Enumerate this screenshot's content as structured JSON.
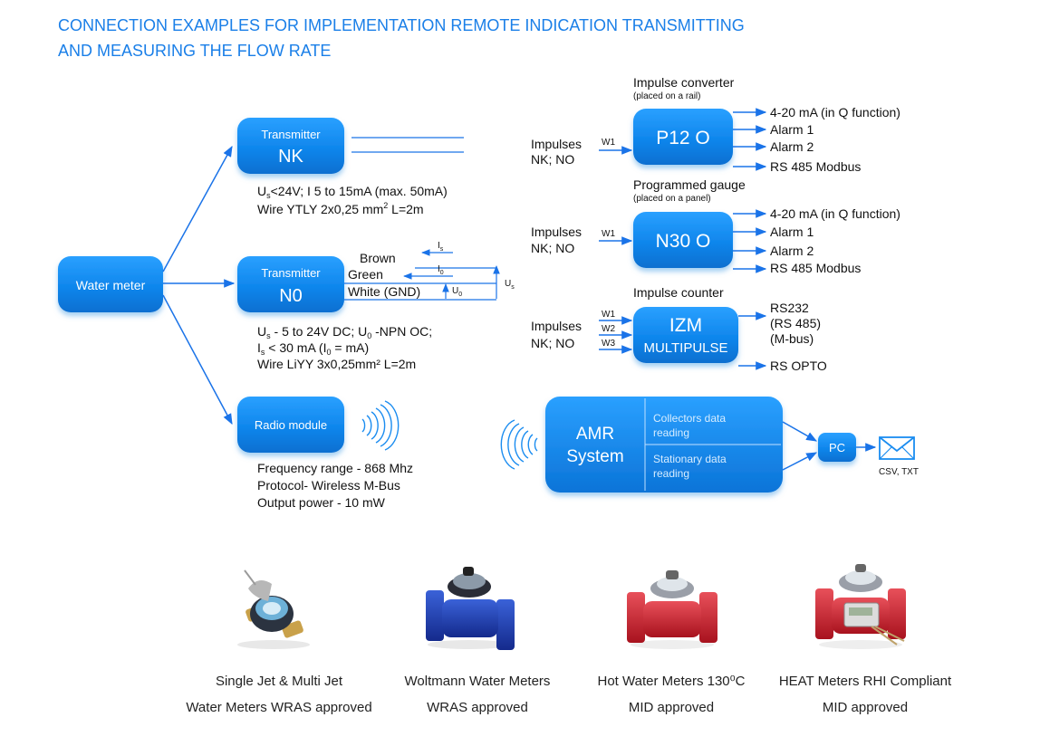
{
  "title": {
    "line1": "CONNECTION EXAMPLES FOR IMPLEMENTATION REMOTE INDICATION TRANSMITTING",
    "line2": "AND MEASURING THE FLOW RATE"
  },
  "water_meter": "Water meter",
  "transmitter_nk": {
    "line1": "Transmitter",
    "line2": "NK",
    "spec1_a": "U",
    "spec1_sub": "s",
    "spec1_b": "<24V; I 5 to 15mA (max. 50mA)",
    "spec2_a": "Wire YTLY 2x0,25 mm",
    "spec2_sup": "2",
    "spec2_b": " L=2m"
  },
  "transmitter_n0": {
    "line1": "Transmitter",
    "line2": "N0",
    "wire_brown": "Brown",
    "wire_green": "Green",
    "wire_white": "White (GND)",
    "is_label": "I",
    "is_sub": "s",
    "i0_label": "I",
    "i0_sub": "0",
    "u0_label": "U",
    "u0_sub": "0",
    "us_label": "U",
    "us_sub": "s",
    "spec1_a": "U",
    "spec1_sub": "s",
    "spec1_b": " - 5 to 24V DC; U",
    "spec1_sub2": "0",
    "spec1_c": " -NPN OC;",
    "spec2_a": "I",
    "spec2_sub": "s",
    "spec2_b": " < 30 mA (I",
    "spec2_sub2": "0",
    "spec2_c": " = mA)",
    "spec3": "Wire LiYY 3x0,25mm² L=2m"
  },
  "radio": {
    "label": "Radio module",
    "spec1": "Frequency range - 868 Mhz",
    "spec2": "Protocol- Wireless M-Bus",
    "spec3": "Output power - 10 mW"
  },
  "p12": {
    "header": "Impulse converter",
    "subheader": "(placed on a rail)",
    "label": "P12 O",
    "input1": "Impulses",
    "input2": "NK; NO",
    "wire": "W1",
    "outputs": [
      "4-20 mA (in Q function)",
      "Alarm 1",
      "Alarm 2",
      "RS 485 Modbus"
    ]
  },
  "n30": {
    "header": "Programmed gauge",
    "subheader": "(placed on a panel)",
    "label": "N30 O",
    "input1": "Impulses",
    "input2": "NK; NO",
    "wire": "W1",
    "outputs": [
      "4-20 mA (in Q function)",
      "Alarm 1",
      "Alarm 2",
      "RS 485 Modbus"
    ]
  },
  "izm": {
    "header": "Impulse counter",
    "label1": "IZM",
    "label2": "MULTIPULSE",
    "input1": "Impulses",
    "input2": "NK; NO",
    "wires": [
      "W1",
      "W2",
      "W3"
    ],
    "outputs": [
      "RS232",
      "(RS 485)",
      "(M-bus)",
      "RS OPTO"
    ]
  },
  "amr": {
    "line1": "AMR",
    "line2": "System",
    "item1a": "Collectors data",
    "item1b": "reading",
    "item2a": "Stationary data",
    "item2b": "reading"
  },
  "pc": {
    "label": "PC",
    "formats": "CSV, TXT"
  },
  "products": [
    {
      "line1": "Single Jet & Multi Jet",
      "line2": "Water Meters WRAS approved"
    },
    {
      "line1": "Woltmann Water Meters",
      "line2": "WRAS approved"
    },
    {
      "line1": "Hot Water Meters 130⁰C",
      "line2": "MID approved"
    },
    {
      "line1": "HEAT Meters RHI Compliant",
      "line2": "MID approved"
    }
  ],
  "colors": {
    "title": "#1a7fe8",
    "box": "#1a8cf0",
    "arrow": "#1a73e8"
  }
}
